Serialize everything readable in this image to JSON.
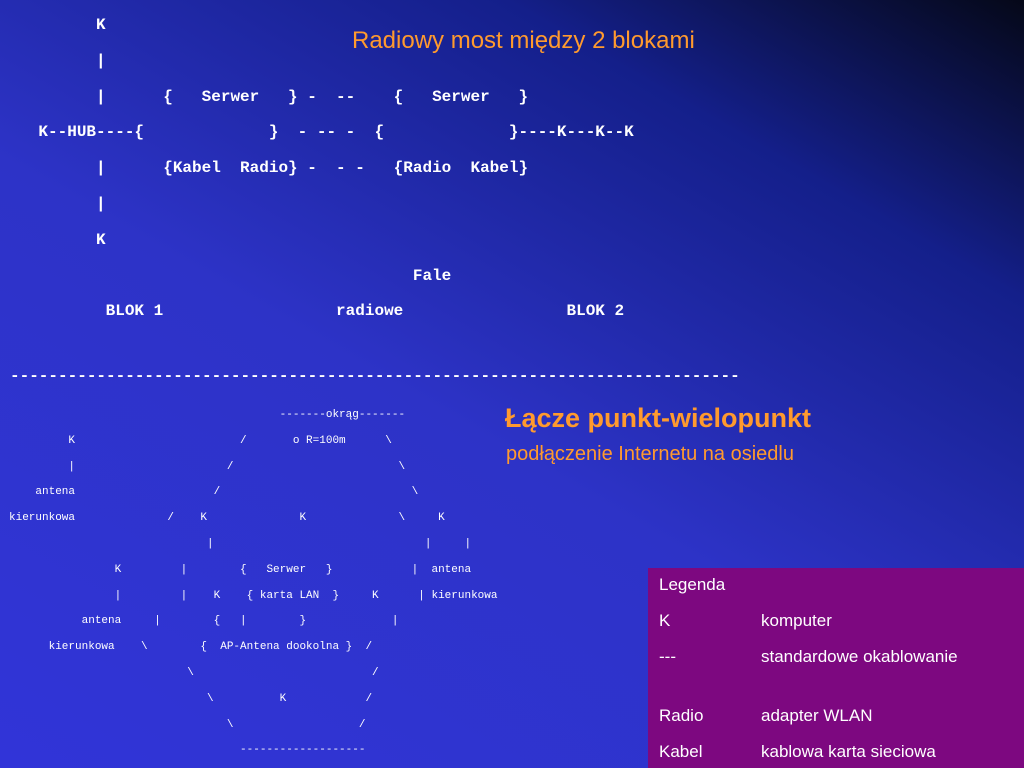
{
  "slide": {
    "title_top": "Radiowy most między 2 blokami",
    "title_bottom": "Łącze punkt-wielopunkt",
    "subtitle_bottom": "podłączenie Internetu na osiedlu"
  },
  "diagram_top": {
    "lines": [
      "          K",
      "          |",
      "          |      {   Serwer   } -  --    {   Serwer   }",
      "    K--HUB----{             }  - -- -  {             }----K---K--K",
      "          |      {Kabel  Radio} -  - -   {Radio  Kabel}",
      "          |",
      "          K",
      "                                           Fale",
      "           BLOK 1                  radiowe                 BLOK 2"
    ]
  },
  "separator": "----------------------------------------------------------------------------",
  "diagram_bottom": {
    "lines": [
      "                                         -------okrąg-------",
      "         K                         /       o R=100m      \\",
      "         |                       /                         \\",
      "    antena                     /                             \\",
      "kierunkowa              /    K              K              \\     K",
      "                              |                                |     |",
      "                K         |        {   Serwer   }            |  antena",
      "                |         |    K    { karta LAN  }     K      | kierunkowa",
      "           antena     |        {   |        }             |",
      "      kierunkowa    \\        {  AP-Antena dookolna }  /",
      "                           \\                           /",
      "                              \\          K            /",
      "                                 \\                   /",
      "                                   -------------------"
    ]
  },
  "legend": {
    "title": "Legenda",
    "items": [
      {
        "term": "K",
        "desc": "komputer"
      },
      {
        "term": "---",
        "desc": "standardowe okablowanie"
      },
      {
        "term": "Radio",
        "desc": "adapter WLAN"
      },
      {
        "term": "Kabel",
        "desc": "kablowa karta sieciowa"
      }
    ]
  },
  "colors": {
    "title": "#ff9a2e",
    "legend_bg": "#7d0880",
    "text": "#ffffff"
  }
}
